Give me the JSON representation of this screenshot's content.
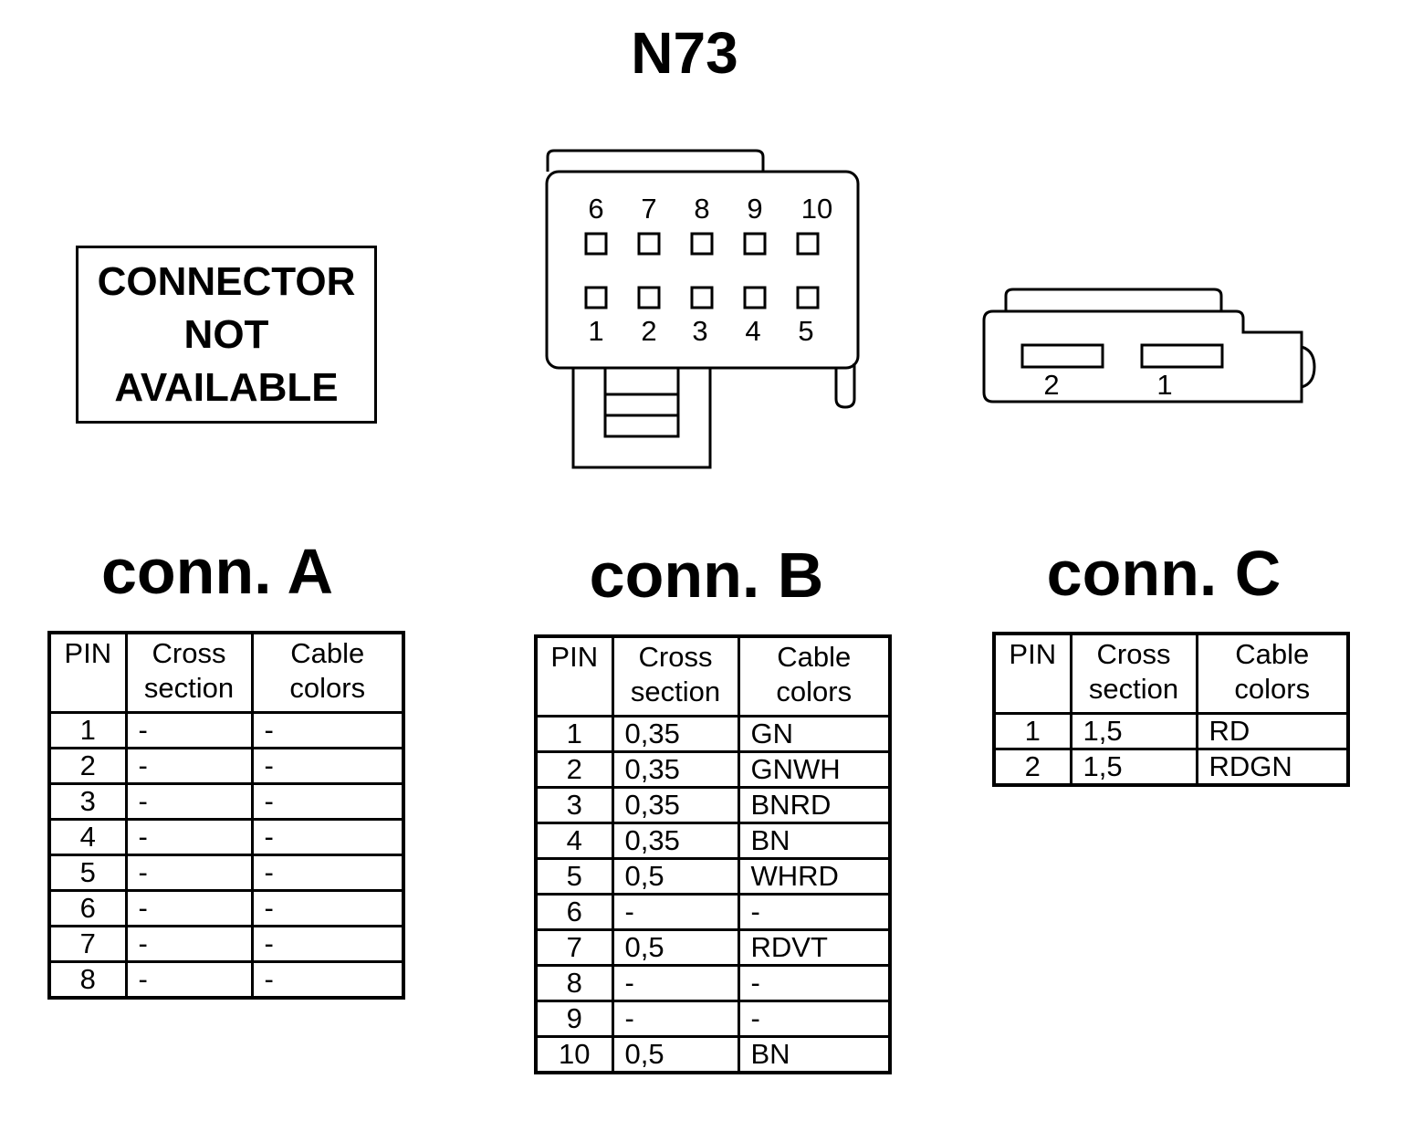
{
  "title": "N73",
  "not_available": [
    "CONNECTOR",
    "NOT",
    "AVAILABLE"
  ],
  "connector_b_drawing": {
    "top_row_labels": [
      "6",
      "7",
      "8",
      "9",
      "10"
    ],
    "bottom_row_labels": [
      "1",
      "2",
      "3",
      "4",
      "5"
    ]
  },
  "connector_c_drawing": {
    "slot_labels": [
      "2",
      "1"
    ]
  },
  "table_headers": {
    "pin": "PIN",
    "cross_section": [
      "Cross",
      "section"
    ],
    "cable_colors": [
      "Cable",
      "colors"
    ]
  },
  "connectors": [
    {
      "label": "conn. A",
      "rows": [
        {
          "pin": "1",
          "cross_section": "-",
          "cable_color": "-"
        },
        {
          "pin": "2",
          "cross_section": "-",
          "cable_color": "-"
        },
        {
          "pin": "3",
          "cross_section": "-",
          "cable_color": "-"
        },
        {
          "pin": "4",
          "cross_section": "-",
          "cable_color": "-"
        },
        {
          "pin": "5",
          "cross_section": "-",
          "cable_color": "-"
        },
        {
          "pin": "6",
          "cross_section": "-",
          "cable_color": "-"
        },
        {
          "pin": "7",
          "cross_section": "-",
          "cable_color": "-"
        },
        {
          "pin": "8",
          "cross_section": "-",
          "cable_color": "-"
        }
      ]
    },
    {
      "label": "conn. B",
      "rows": [
        {
          "pin": "1",
          "cross_section": "0,35",
          "cable_color": "GN"
        },
        {
          "pin": "2",
          "cross_section": "0,35",
          "cable_color": "GNWH"
        },
        {
          "pin": "3",
          "cross_section": "0,35",
          "cable_color": "BNRD"
        },
        {
          "pin": "4",
          "cross_section": "0,35",
          "cable_color": "BN"
        },
        {
          "pin": "5",
          "cross_section": "0,5",
          "cable_color": "WHRD"
        },
        {
          "pin": "6",
          "cross_section": "-",
          "cable_color": "-"
        },
        {
          "pin": "7",
          "cross_section": "0,5",
          "cable_color": "RDVT"
        },
        {
          "pin": "8",
          "cross_section": "-",
          "cable_color": "-"
        },
        {
          "pin": "9",
          "cross_section": "-",
          "cable_color": "-"
        },
        {
          "pin": "10",
          "cross_section": "0,5",
          "cable_color": "BN"
        }
      ]
    },
    {
      "label": "conn. C",
      "rows": [
        {
          "pin": "1",
          "cross_section": "1,5",
          "cable_color": "RD"
        },
        {
          "pin": "2",
          "cross_section": "1,5",
          "cable_color": "RDGN"
        }
      ]
    }
  ]
}
